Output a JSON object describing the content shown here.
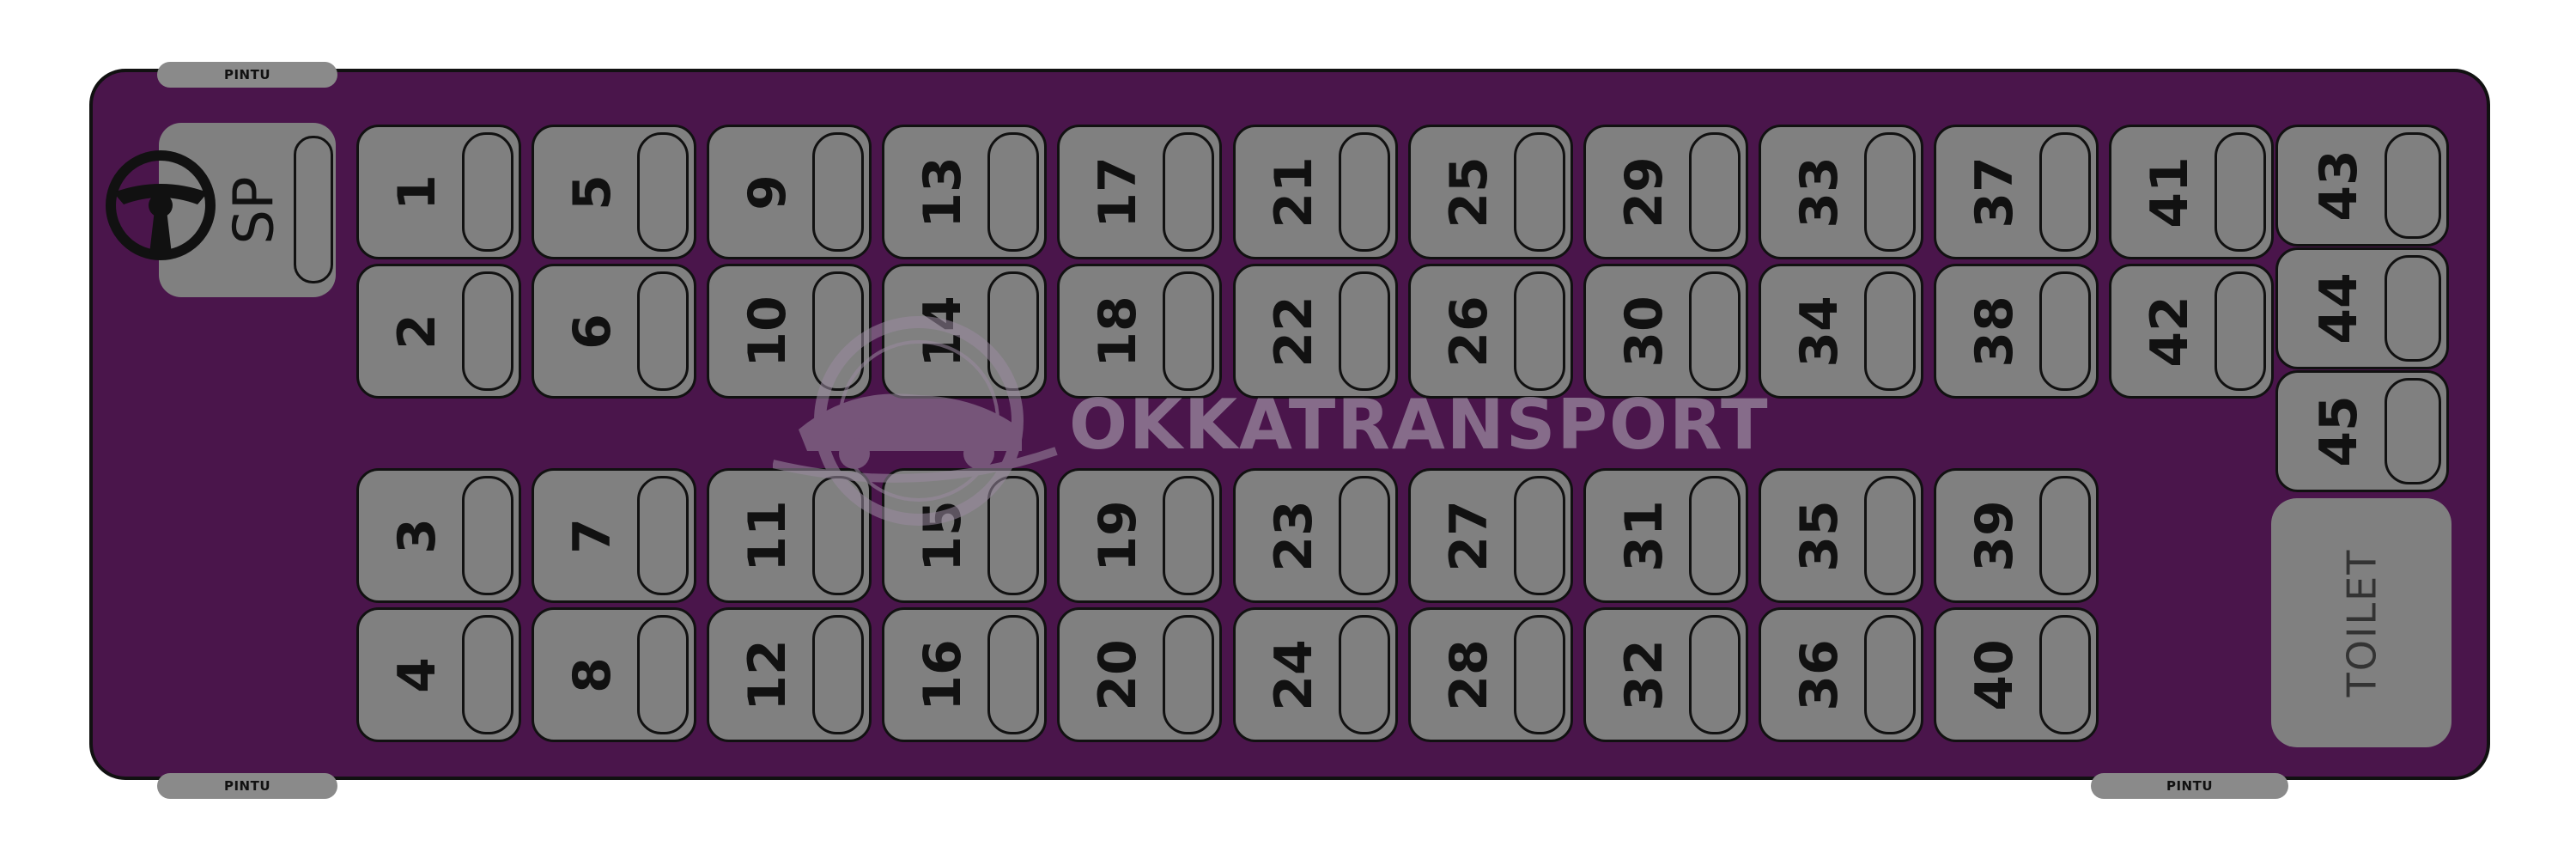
{
  "colors": {
    "bus": "#4a154b",
    "seat": "#808080",
    "outline": "#111111",
    "door": "#8a8a8a"
  },
  "doors": {
    "front_top": "PINTU",
    "front_bottom": "PINTU",
    "rear_bottom": "PINTU"
  },
  "driver": {
    "label": "SP",
    "icon": "steering-wheel-icon"
  },
  "toilet_label": "TOILET",
  "watermark": {
    "text": "OKKATRANSPORT",
    "icon": "car-logo-icon"
  },
  "seats": [
    "1",
    "2",
    "3",
    "4",
    "5",
    "6",
    "7",
    "8",
    "9",
    "10",
    "11",
    "12",
    "13",
    "14",
    "15",
    "16",
    "17",
    "18",
    "19",
    "20",
    "21",
    "22",
    "23",
    "24",
    "25",
    "26",
    "27",
    "28",
    "29",
    "30",
    "31",
    "32",
    "33",
    "34",
    "35",
    "36",
    "37",
    "38",
    "39",
    "40",
    "41",
    "42",
    "43",
    "44",
    "45"
  ]
}
